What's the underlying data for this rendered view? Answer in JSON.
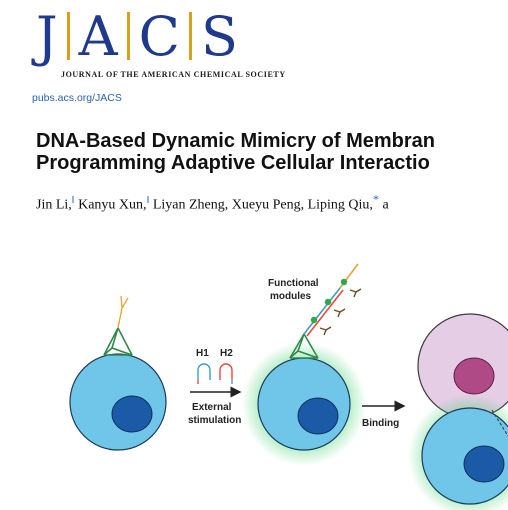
{
  "masthead": {
    "logo_letters": [
      "J",
      "A",
      "C",
      "S"
    ],
    "journal_name": "JOURNAL OF THE AMERICAN CHEMICAL SOCIETY",
    "url": "pubs.acs.org/JACS"
  },
  "article": {
    "title_line_1": "DNA-Based Dynamic Mimicry of Membran",
    "title_line_2": "Programming Adaptive Cellular Interactio",
    "authors": [
      {
        "name": "Jin Li,",
        "mark": "‖"
      },
      {
        "name": "Kanyu Xun,",
        "mark": "‖"
      },
      {
        "name": "Liyan Zheng,",
        "mark": ""
      },
      {
        "name": "Xueyu Peng,",
        "mark": ""
      },
      {
        "name": "Liping Qiu,",
        "mark": "*"
      },
      {
        "name": "a",
        "mark": ""
      }
    ]
  },
  "figure": {
    "label_functional": "Functional",
    "label_modules": "modules",
    "label_h1": "H1",
    "label_h2": "H2",
    "label_external": "External",
    "label_stimulation": "stimulation",
    "label_binding": "Binding"
  },
  "colors": {
    "brand_blue": "#1f3a8c",
    "bar_gold": "#d6a21e",
    "link_blue": "#2a63b0",
    "cell_fill": "#6fc6e8",
    "nucleus_fill": "#1b5aa6",
    "pink_cell": "#e6cde6",
    "pink_nucleus": "#b04a86",
    "glow": "#3bd06a"
  }
}
